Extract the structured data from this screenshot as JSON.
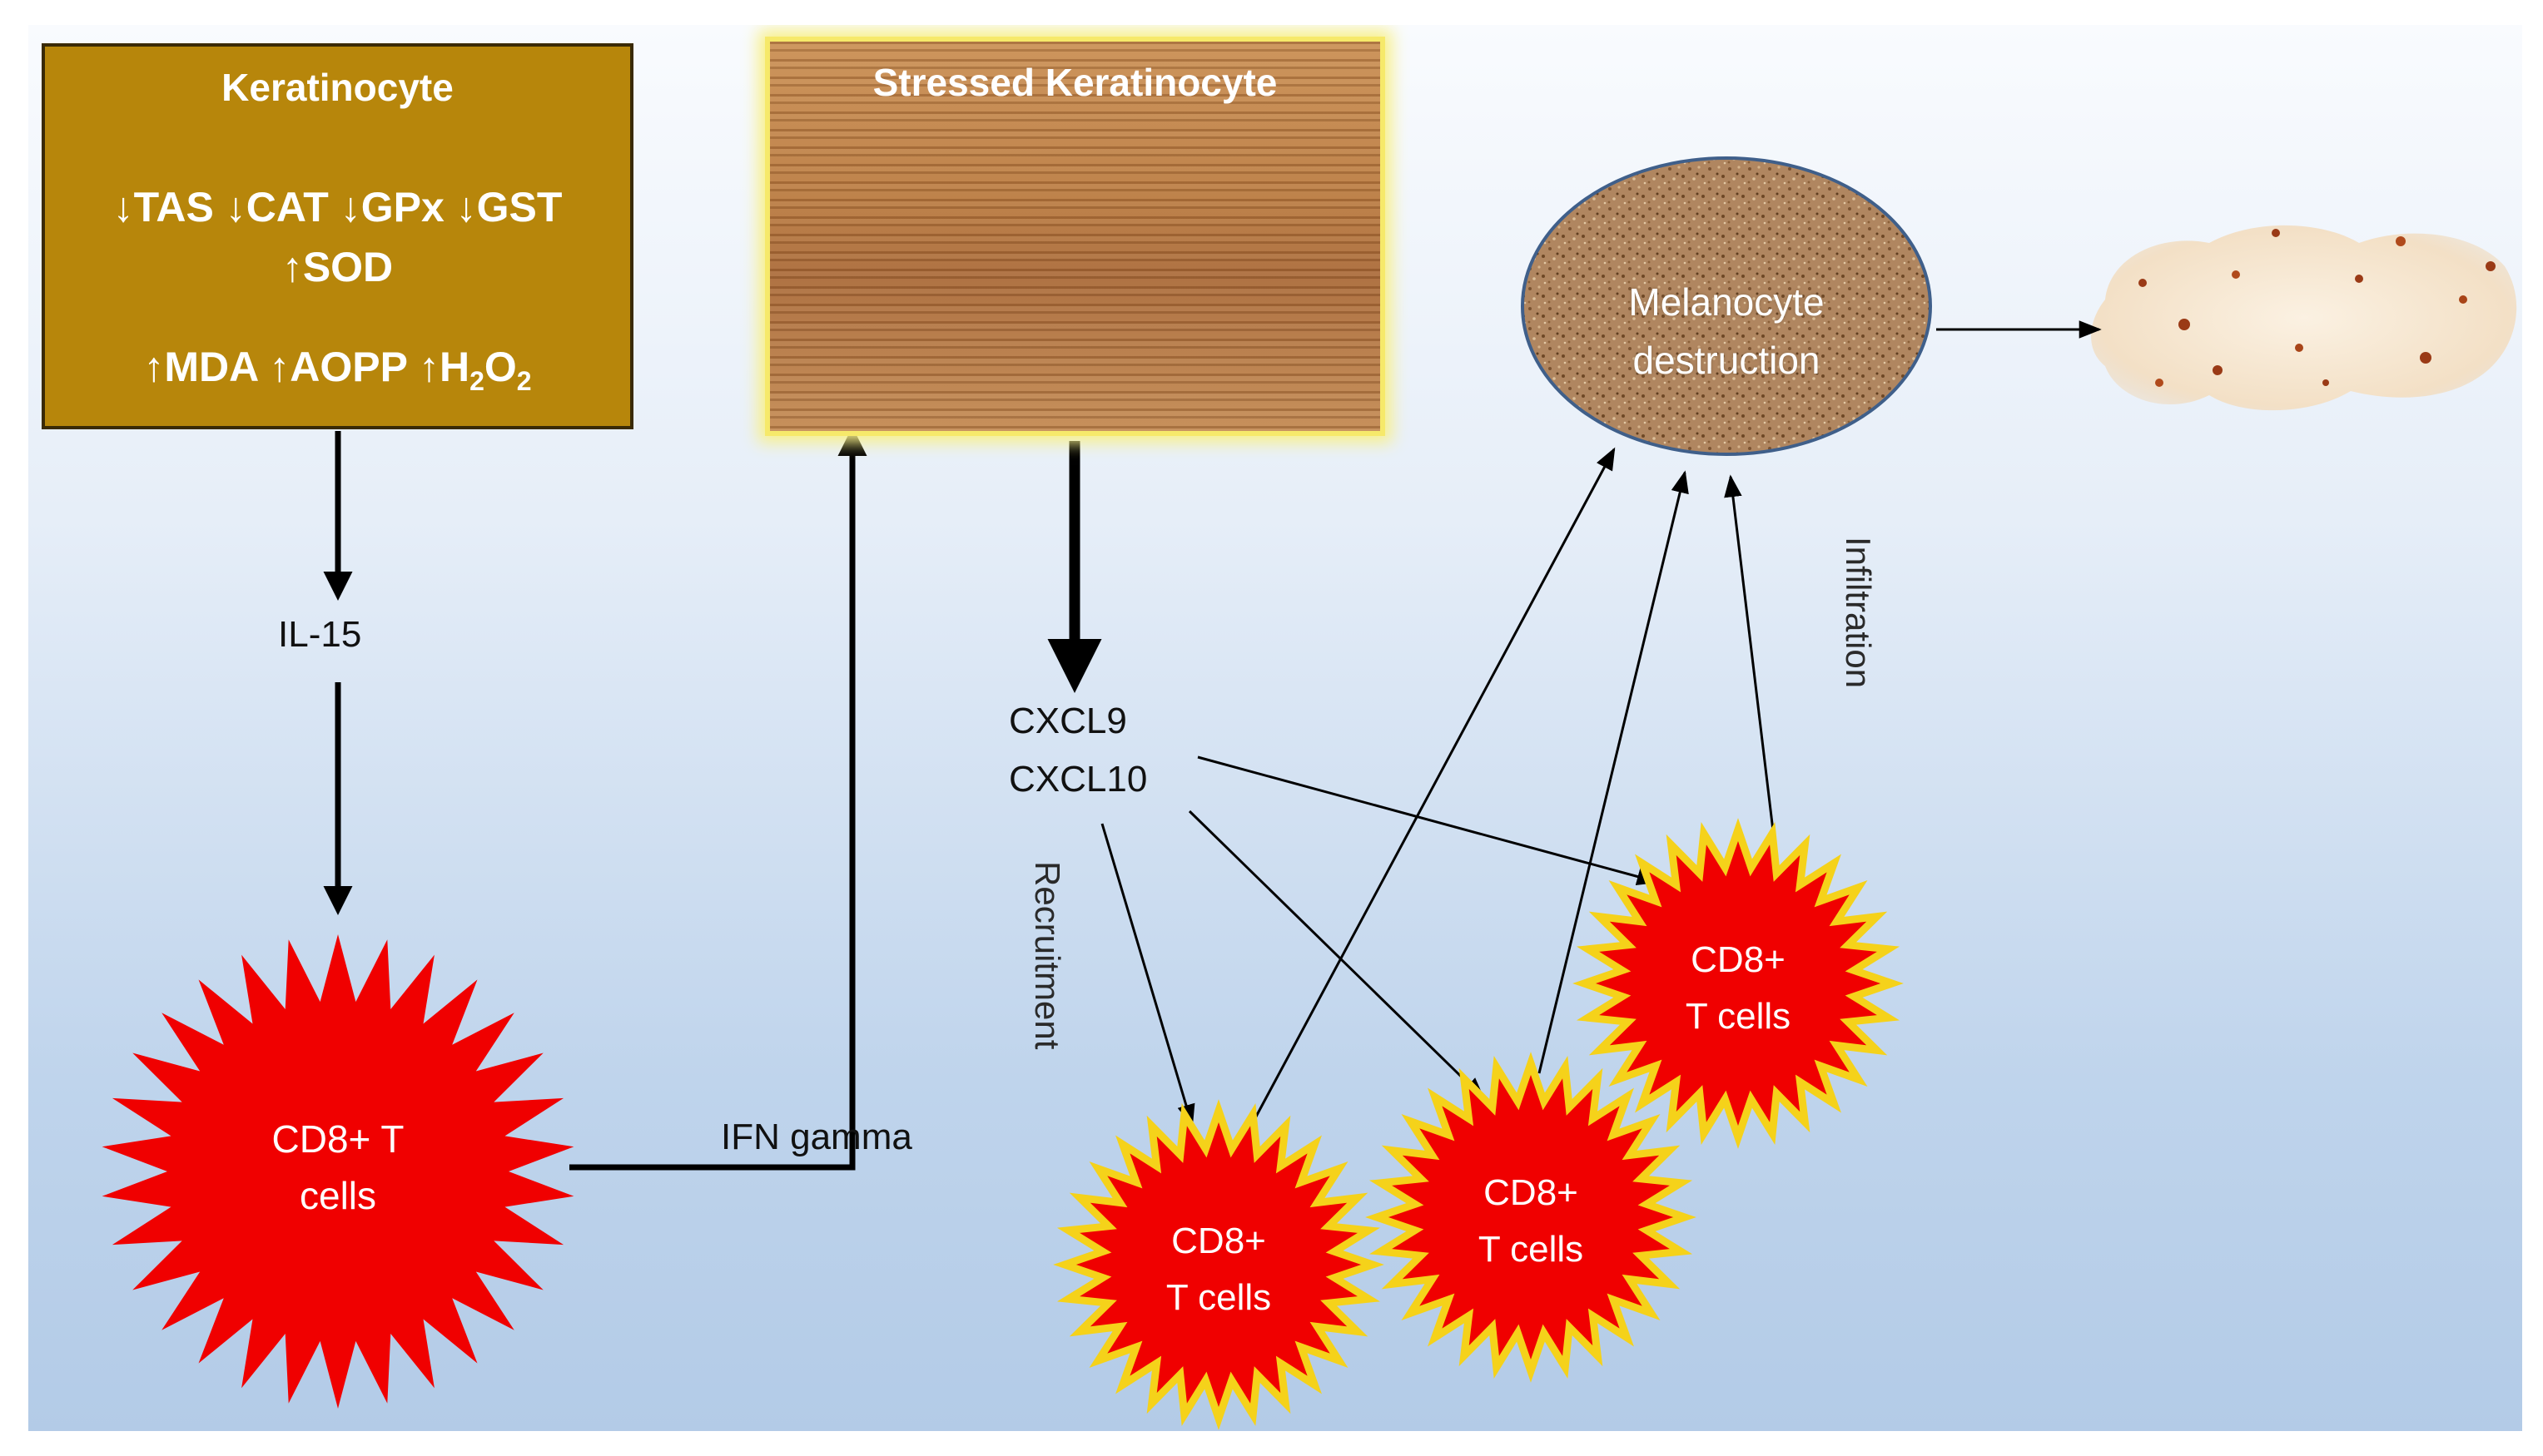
{
  "keratinocyte": {
    "title": "Keratinocyte",
    "line1": "↓TAS ↓CAT ↓GPx ↓GST",
    "line2": "↑SOD",
    "line3_a": "↑MDA  ↑AOPP  ↑H",
    "line3_sub1": "2",
    "line3_b": "O",
    "line3_sub2": "2"
  },
  "stressed_keratinocyte": {
    "title": "Stressed Keratinocyte"
  },
  "il15": "IL-15",
  "ifn": "IFN gamma",
  "cxcl9": "CXCL9",
  "cxcl10": "CXCL10",
  "recruitment": "Recruitment",
  "infiltration": "Infiltration",
  "melanocyte": {
    "line1": "Melanocyte",
    "line2": "destruction"
  },
  "cells": {
    "main": {
      "line1": "CD8+ T",
      "line2": "cells"
    },
    "c1": {
      "line1": "CD8+",
      "line2": "T cells"
    },
    "c2": {
      "line1": "CD8+",
      "line2": "T cells"
    },
    "c3": {
      "line1": "CD8+",
      "line2": "T cells"
    }
  },
  "colors": {
    "keratinocyte_fill": "#b7860b",
    "tcell_red": "#f00000",
    "tcell_border": "#f5d21a",
    "melanocyte_fill": "#a87c55"
  },
  "icons": [
    "starburst-cell-shape",
    "vitiligo-skin-patch"
  ]
}
